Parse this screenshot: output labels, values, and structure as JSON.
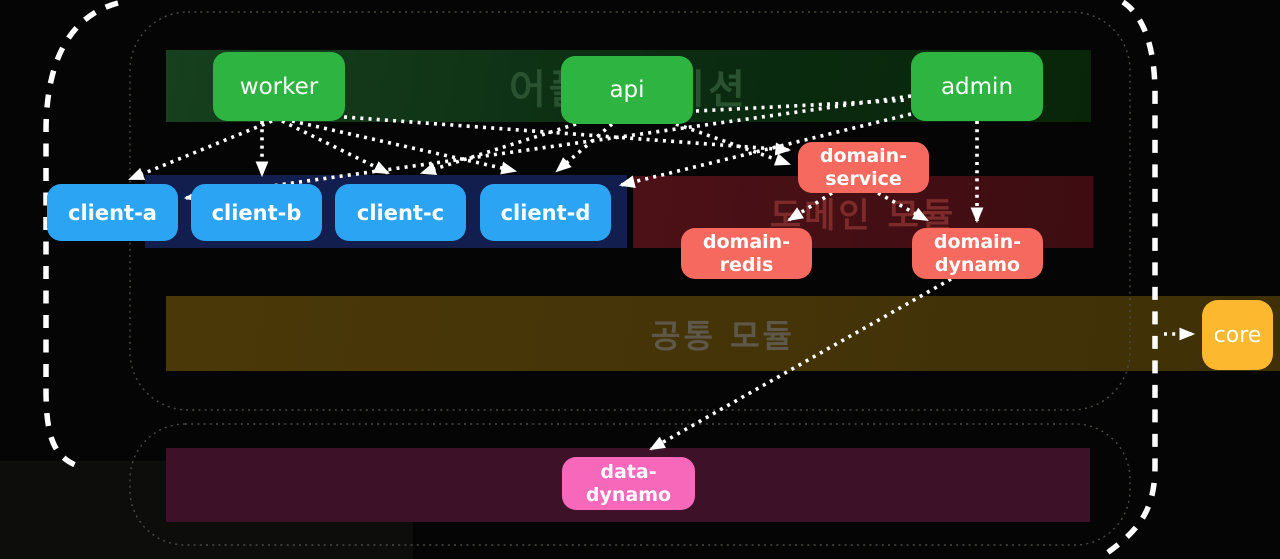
{
  "banners": {
    "application": {
      "label": "어플리케이션"
    },
    "domain": {
      "label": "도메인 모듈"
    },
    "common": {
      "label": "공통 모듈"
    }
  },
  "nodes": {
    "worker": {
      "label": "worker"
    },
    "api": {
      "label": "api"
    },
    "admin": {
      "label": "admin"
    },
    "client_a": {
      "label": "client-a"
    },
    "client_b": {
      "label": "client-b"
    },
    "client_c": {
      "label": "client-c"
    },
    "client_d": {
      "label": "client-d"
    },
    "domain_service": {
      "line1": "domain-",
      "line2": "service"
    },
    "domain_redis": {
      "line1": "domain-",
      "line2": "redis"
    },
    "domain_dynamo": {
      "line1": "domain-",
      "line2": "dynamo"
    },
    "core": {
      "label": "core"
    },
    "data_dynamo": {
      "line1": "data-",
      "line2": "dynamo"
    }
  },
  "edges": [
    {
      "from": "worker",
      "to": "client-a"
    },
    {
      "from": "worker",
      "to": "client-b"
    },
    {
      "from": "worker",
      "to": "client-c"
    },
    {
      "from": "worker",
      "to": "client-d"
    },
    {
      "from": "worker",
      "to": "domain-service"
    },
    {
      "from": "api",
      "to": "client-c"
    },
    {
      "from": "api",
      "to": "client-d"
    },
    {
      "from": "api",
      "to": "domain-service"
    },
    {
      "from": "api",
      "to": "admin"
    },
    {
      "from": "admin",
      "to": "client-a"
    },
    {
      "from": "admin",
      "to": "client-d"
    },
    {
      "from": "admin",
      "to": "domain-dynamo"
    },
    {
      "from": "domain-service",
      "to": "domain-redis"
    },
    {
      "from": "domain-service",
      "to": "domain-dynamo"
    },
    {
      "from": "domain-dynamo",
      "to": "data-dynamo"
    },
    {
      "from": "common-module",
      "to": "core"
    }
  ],
  "colors": {
    "app_node": "#2db441",
    "client_node": "#2ba4f3",
    "domain_node": "#f5695e",
    "core_node": "#fcb82f",
    "data_node": "#f768ba",
    "application_banner": "#0b2c11",
    "client_banner": "#121f4e",
    "domain_banner": "#441015",
    "common_banner": "#453308",
    "data_banner": "#3d1128",
    "arrow": "#ffffff"
  }
}
